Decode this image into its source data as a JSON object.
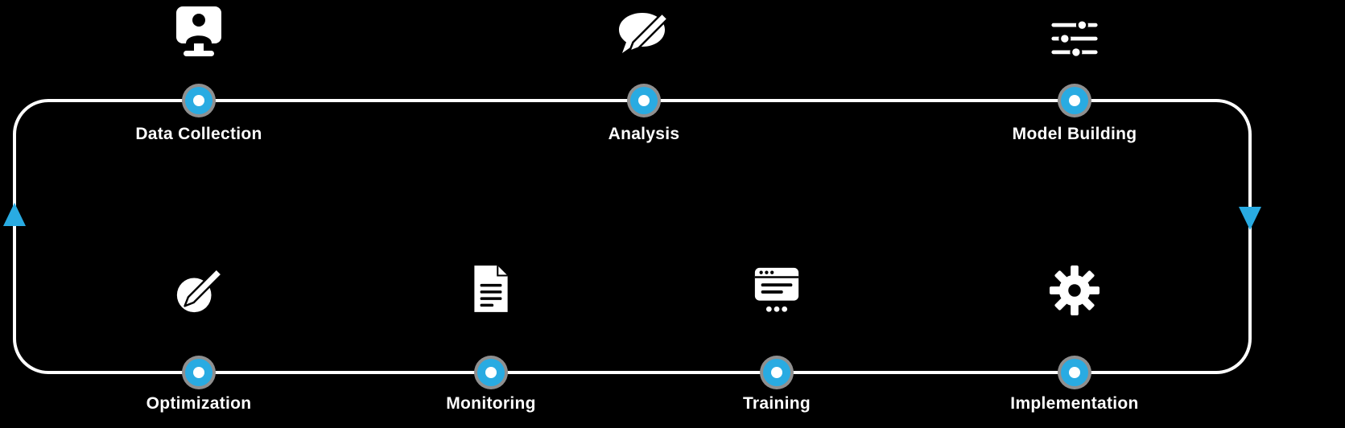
{
  "colors": {
    "background": "#000000",
    "line": "#ffffff",
    "accent": "#29abe2",
    "node_outer_ring": "#8f8f8f",
    "node_core": "#ffffff",
    "icon": "#ffffff",
    "label_text": "#ffffff"
  },
  "cycle": {
    "top_row": [
      {
        "label": "Data Collection",
        "icon": "monitor-user-icon"
      },
      {
        "label": "Analysis",
        "icon": "speech-bubble-pencil-icon"
      },
      {
        "label": "Model Building",
        "icon": "sliders-icon"
      }
    ],
    "bottom_row": [
      {
        "label": "Optimization",
        "icon": "pencil-circle-icon"
      },
      {
        "label": "Monitoring",
        "icon": "document-icon"
      },
      {
        "label": "Training",
        "icon": "browser-window-icon"
      },
      {
        "label": "Implementation",
        "icon": "gear-icon"
      }
    ],
    "arrows": [
      {
        "side": "left",
        "direction": "up"
      },
      {
        "side": "right",
        "direction": "down"
      }
    ]
  }
}
